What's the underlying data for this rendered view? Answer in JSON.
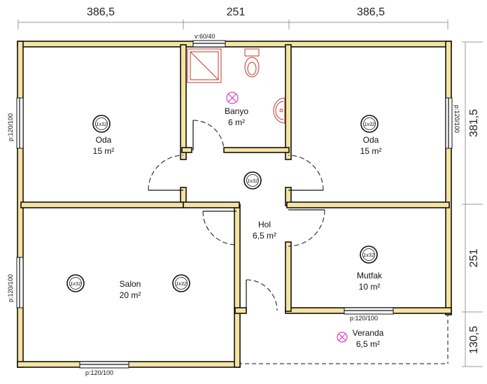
{
  "dimensions": {
    "top": [
      "386,5",
      "251",
      "386,5"
    ],
    "right": [
      "381,5",
      "251",
      "130,5"
    ]
  },
  "rooms": {
    "oda_left": {
      "name": "Oda",
      "area": "15 m²"
    },
    "banyo": {
      "name": "Banyo",
      "area": "6 m²"
    },
    "oda_right": {
      "name": "Oda",
      "area": "15 m²"
    },
    "salon": {
      "name": "Salon",
      "area": "20 m²"
    },
    "hol": {
      "name": "Hol",
      "area": "6,5 m²"
    },
    "mutfak": {
      "name": "Mutfak",
      "area": "10 m²"
    },
    "veranda": {
      "name": "Veranda",
      "area": "6,5 m²"
    }
  },
  "windows": {
    "banyo_top": "v:60/40",
    "oda_left_side": "p:120/100",
    "oda_right_side": "p:120/100",
    "salon_side": "p:120/100",
    "salon_bottom": "p:120/100",
    "mutfak_bottom": "p:120/100"
  },
  "lamp_label": "1x32",
  "colors": {
    "wall": "#f5e3a0",
    "fixture": "#c0392b",
    "pink": "#e040c8"
  }
}
